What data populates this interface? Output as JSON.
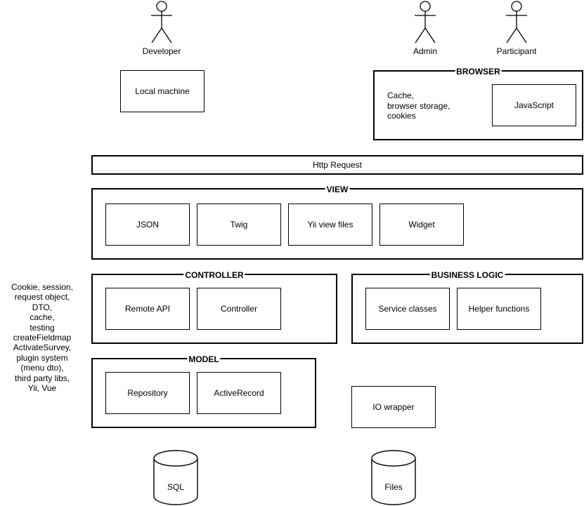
{
  "actors": [
    {
      "label": "Developer"
    },
    {
      "label": "Admin"
    },
    {
      "label": "Participant"
    }
  ],
  "nodes": {
    "local_machine": {
      "label": "Local machine"
    },
    "javascript": {
      "label": "JavaScript"
    },
    "http_request": {
      "label": "Http Request"
    },
    "io_wrapper": {
      "label": "IO wrapper"
    }
  },
  "groups": {
    "browser": {
      "title": "BROWSER",
      "note": "Cache,\nbrowser storage,\ncookies"
    },
    "view": {
      "title": "VIEW",
      "items": [
        "JSON",
        "Twig",
        "Yii view files",
        "Widget"
      ]
    },
    "controller": {
      "title": "CONTROLLER",
      "items": [
        "Remote API",
        "Controller"
      ]
    },
    "business_logic": {
      "title": "BUSINESS LOGIC",
      "items": [
        "Service classes",
        "Helper functions"
      ]
    },
    "model": {
      "title": "MODEL",
      "items": [
        "Repository",
        "ActiveRecord"
      ]
    }
  },
  "databases": [
    {
      "label": "SQL"
    },
    {
      "label": "Files"
    }
  ],
  "side_note": "Cookie, session,\nrequest object,\nDTO,\ncache,\ntesting\ncreateFieldmap\nActivateSurvey,\nplugin system\n(menu dto),\nthird party libs,\nYii, Vue",
  "colors": {
    "stroke": "#000000",
    "background": "#ffffff"
  }
}
